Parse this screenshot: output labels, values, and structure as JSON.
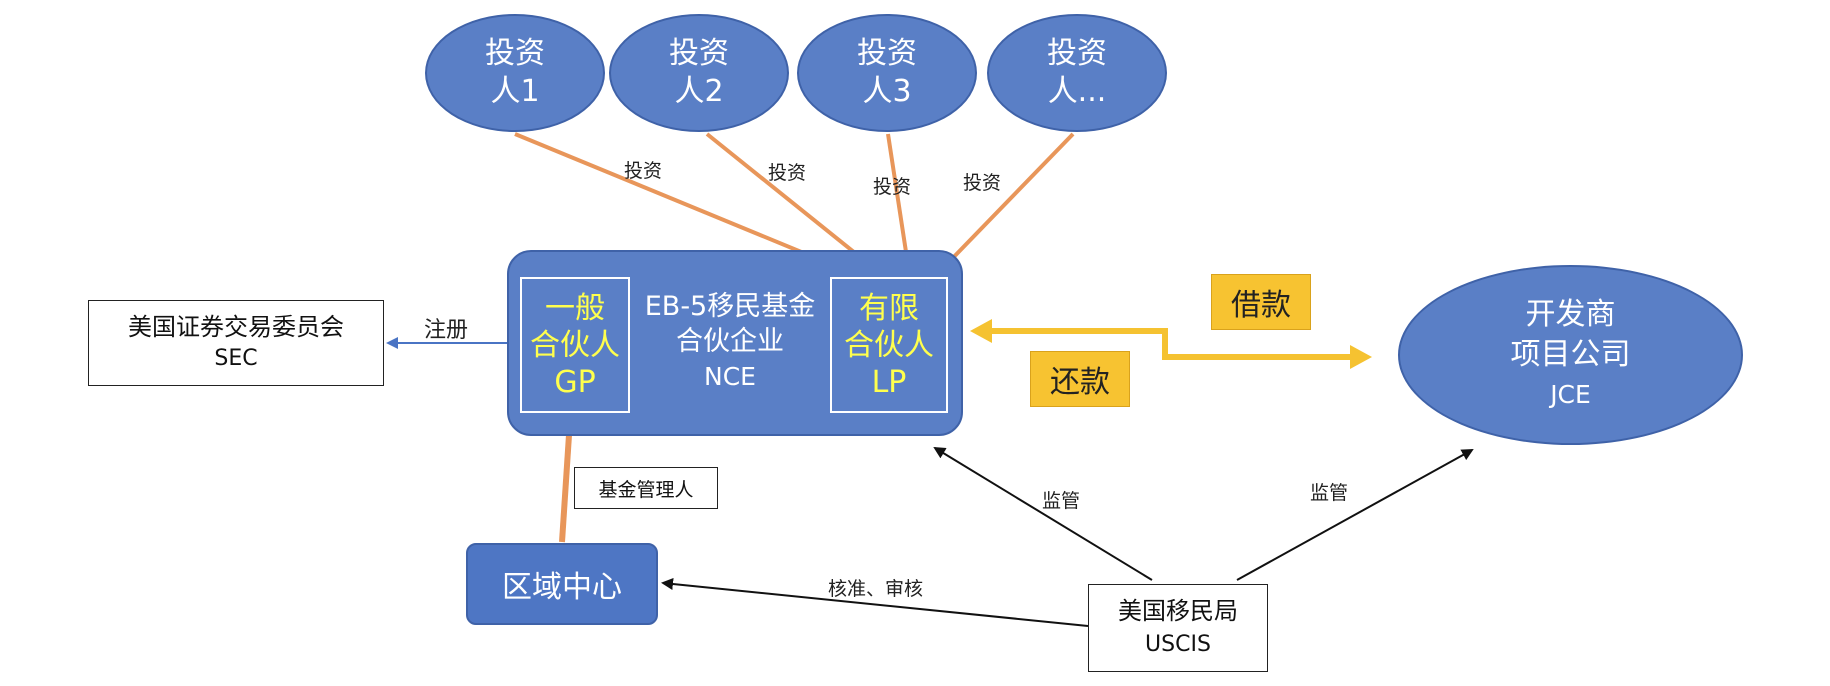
{
  "investors": [
    {
      "line1": "投资",
      "line2": "人1"
    },
    {
      "line1": "投资",
      "line2": "人2"
    },
    {
      "line1": "投资",
      "line2": "人3"
    },
    {
      "line1": "投资",
      "line2": "人..."
    }
  ],
  "invest_labels": [
    "投资",
    "投资",
    "投资",
    "投资"
  ],
  "fund": {
    "gp": {
      "line1": "一般",
      "line2": "合伙人",
      "line3": "GP"
    },
    "title": {
      "line1": "EB-5移民基金",
      "line2": "合伙企业",
      "line3": "NCE"
    },
    "lp": {
      "line1": "有限",
      "line2": "合伙人",
      "line3": "LP"
    }
  },
  "sec": {
    "line1": "美国证券交易委员会",
    "line2": "SEC"
  },
  "register_label": "注册",
  "fund_manager_label": "基金管理人",
  "regional_center": "区域中心",
  "approve_label": "核准、审核",
  "uscis": {
    "line1": "美国移民局",
    "line2": "USCIS"
  },
  "supervise_labels": [
    "监管",
    "监管"
  ],
  "loan_label": "借款",
  "repay_label": "还款",
  "developer": {
    "line1": "开发商",
    "line2": "项目公司",
    "line3": "JCE"
  },
  "colors": {
    "node_fill": "#5a7fc6",
    "invest_arrow": "#e8965a",
    "money_arrow": "#f5c231",
    "register_arrow": "#4a74c4",
    "label_yellow_fill": "#f7c331",
    "partner_text": "#ffff4d"
  }
}
